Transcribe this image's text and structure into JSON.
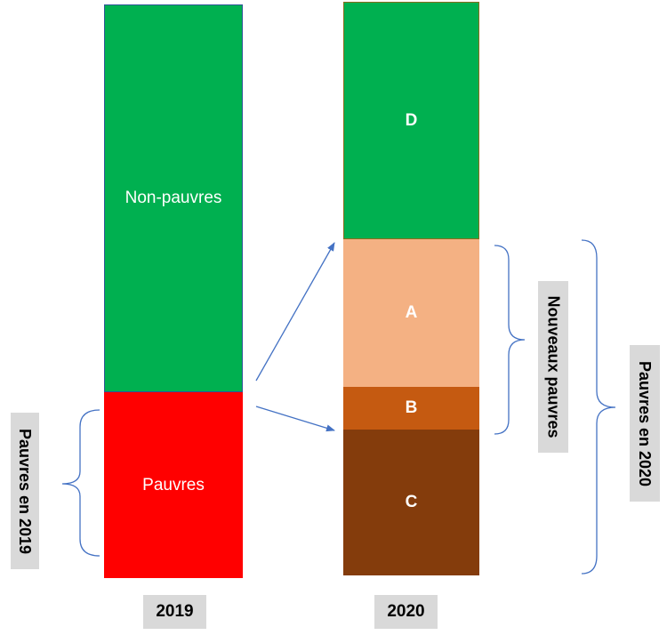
{
  "bar_2019": {
    "non_poor_label": "Non-pauvres",
    "poor_label": "Pauvres",
    "year": "2019",
    "colors": {
      "non_poor": "#00b050",
      "poor": "#ff0000"
    }
  },
  "bar_2020": {
    "d_label": "D",
    "a_label": "A",
    "b_label": "B",
    "c_label": "C",
    "year": "2020",
    "colors": {
      "d": "#00b050",
      "a": "#f4b183",
      "b": "#c55a11",
      "c": "#843c0c"
    }
  },
  "brackets": {
    "poor_2019": "Pauvres en 2019",
    "new_poor": "Nouveaux pauvres",
    "poor_2020": "Pauvres en 2020"
  },
  "accent_color": "#4472c4"
}
